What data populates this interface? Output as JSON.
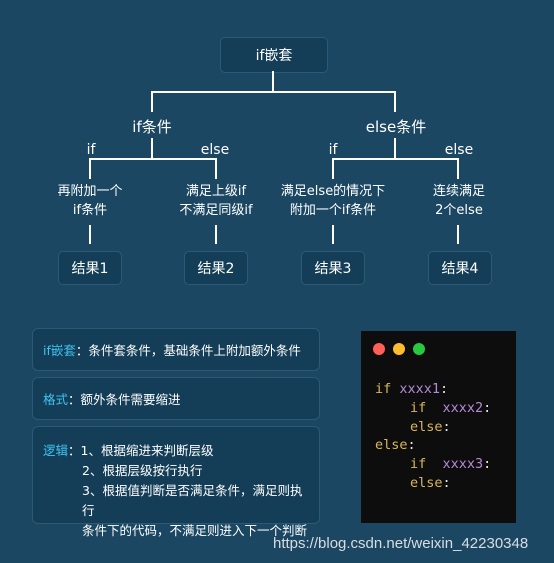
{
  "tree": {
    "root": "if嵌套",
    "branch_if": "if条件",
    "branch_else": "else条件",
    "edge_if_1": "if",
    "edge_else_1": "else",
    "edge_if_2": "if",
    "edge_else_2": "else",
    "desc1": [
      "再附加一个",
      "if条件"
    ],
    "desc2": [
      "满足上级if",
      "不满足同级if"
    ],
    "desc3": [
      "满足else的情况下",
      "附加一个if条件"
    ],
    "desc4": [
      "连续满足",
      "2个else"
    ],
    "results": [
      "结果1",
      "结果2",
      "结果3",
      "结果4"
    ]
  },
  "notes": {
    "def_key": "if嵌套",
    "def_text": "：条件套条件，基础条件上附加额外条件",
    "format_key": "格式",
    "format_text": "：额外条件需要缩进",
    "logic_key": "逻辑",
    "logic_lines": [
      "：1、根据缩进来判断层级",
      "2、根据层级按行执行",
      "3、根据值判断是否满足条件，满足则执行",
      "条件下的代码，不满足则进入下一个判断"
    ]
  },
  "code": {
    "window_dots": {
      "red": "#ff5f56",
      "yellow": "#ffbd2e",
      "green": "#27c93f"
    },
    "lines": [
      {
        "kw": "if",
        "id": "xxxx1",
        "pn": ":"
      },
      {
        "kw": "if",
        "id": "xxxx2",
        "pn": ":"
      },
      {
        "kw": "else",
        "id": "",
        "pn": ":"
      },
      {
        "kw": "else",
        "id": "",
        "pn": ":"
      },
      {
        "kw": "if",
        "id": "xxxx3",
        "pn": ":"
      },
      {
        "kw": "else",
        "id": "",
        "pn": ":"
      }
    ]
  },
  "watermark": "https://blog.csdn.net/weixin_42230348",
  "colors": {
    "background": "#1b4763",
    "box": "#143e57",
    "keyword_blue": "#3fc3ef",
    "code_keyword": "#dab659",
    "code_identifier": "#b58ad9"
  }
}
